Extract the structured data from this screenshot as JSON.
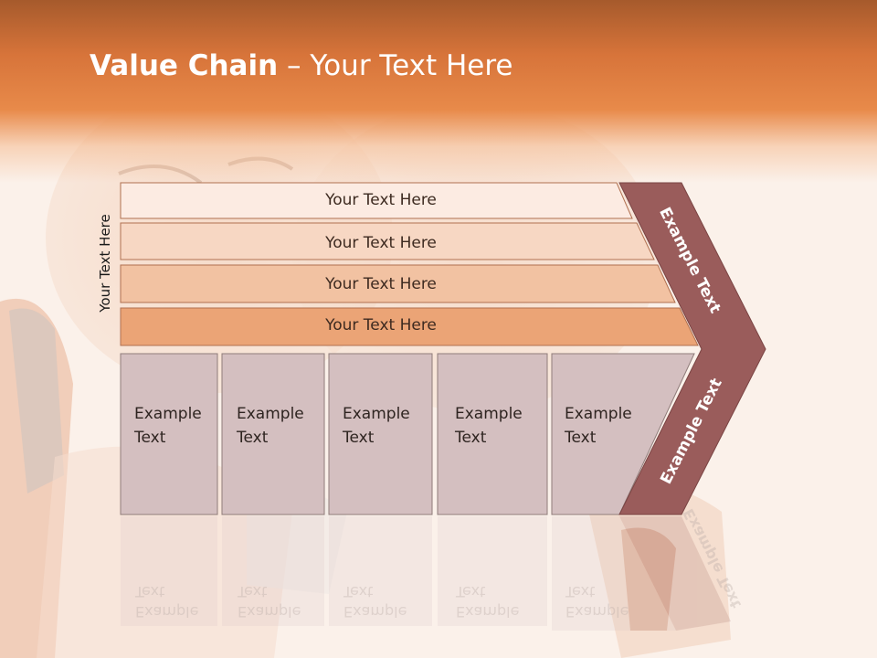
{
  "title": {
    "bold": "Value Chain",
    "rest": " – Your Text Here"
  },
  "side_label": "Your Text Here",
  "rows": [
    {
      "label": "Your Text Here",
      "fill": "#fcebe2"
    },
    {
      "label": "Your Text Here",
      "fill": "#f7d7c3"
    },
    {
      "label": "Your Text Here",
      "fill": "#f2c2a2"
    },
    {
      "label": "Your Text Here",
      "fill": "#eba476"
    }
  ],
  "columns": [
    {
      "line1": "Example",
      "line2": "Text"
    },
    {
      "line1": "Example",
      "line2": "Text"
    },
    {
      "line1": "Example",
      "line2": "Text"
    },
    {
      "line1": "Example",
      "line2": "Text"
    },
    {
      "line1": "Example",
      "line2": "Text"
    }
  ],
  "chevron": {
    "top_text": "Example Text",
    "bottom_text": "Example Text",
    "fill": "#9a5c5b"
  },
  "colors": {
    "column_fill": "#d4bfc0",
    "column_stroke": "#8f7c7a",
    "row_stroke": "#b07050"
  }
}
